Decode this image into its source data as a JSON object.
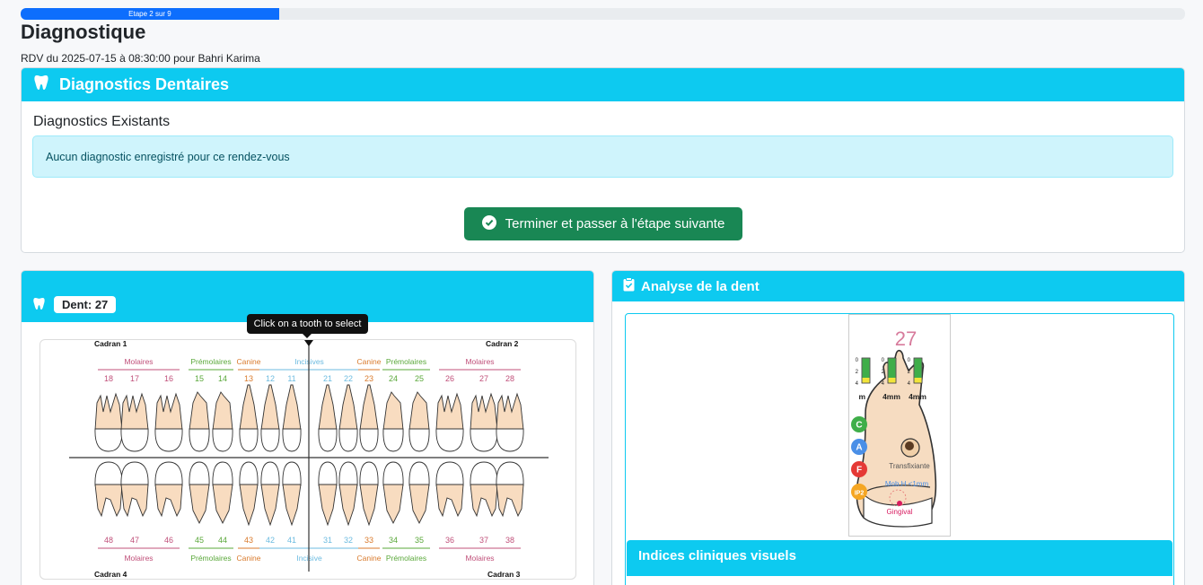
{
  "progress": {
    "label": "Etape 2 sur 9",
    "value": 0.222
  },
  "page": {
    "title": "Diagnostique",
    "rdv": "RDV du 2025-07-15 à 08:30:00 pour Bahri Karima"
  },
  "diagnostics_card": {
    "title": "Diagnostics Dentaires",
    "icon": "tooth-icon",
    "section_title": "Diagnostics Existants",
    "empty_alert": "Aucun diagnostic enregistré pour ce rendez-vous",
    "next_button": "Terminer et passer à l'étape suivante"
  },
  "chart_card": {
    "icon": "tooth-icon",
    "dent_badge": "Dent: 27",
    "tooltip": "Click on a tooth to select",
    "quadrants": {
      "q1": "Cadran 1",
      "q2": "Cadran 2",
      "q3": "Cadran 3",
      "q4": "Cadran 4"
    },
    "upper_groups": [
      "Molaires",
      "Prémolaires",
      "Canine",
      "Incisives",
      "Canine",
      "Prémolaires",
      "Molaires"
    ],
    "lower_groups": [
      "Molaires",
      "Prémolaires",
      "Canine",
      "Incisive",
      "Canine",
      "Prémolaires",
      "Molaires"
    ],
    "upper_numbers": [
      "18",
      "17",
      "16",
      "15",
      "14",
      "13",
      "12",
      "11",
      "21",
      "22",
      "23",
      "24",
      "25",
      "26",
      "27",
      "28"
    ],
    "lower_numbers": [
      "48",
      "47",
      "46",
      "45",
      "44",
      "43",
      "42",
      "41",
      "31",
      "32",
      "33",
      "34",
      "35",
      "36",
      "37",
      "38"
    ],
    "colors": {
      "molar": "#c0507a",
      "premolar": "#5aa83a",
      "canine": "#d97a2c",
      "incisor": "#6cbbe0",
      "tooth_fill": "#f8dcc0"
    }
  },
  "analyse_card": {
    "title": "Analyse de la dent",
    "icon": "clipboard-check-icon",
    "tooth_number": "27",
    "gauges": [
      {
        "ticks": [
          "0",
          "2",
          "4"
        ],
        "label": "m"
      },
      {
        "ticks": [
          "0",
          "2",
          "4"
        ],
        "label": "4mm"
      },
      {
        "ticks": [
          "0",
          "2",
          "4"
        ],
        "label": "4mm"
      }
    ],
    "markers": [
      {
        "letter": "C",
        "color": "#3fae49"
      },
      {
        "letter": "A",
        "color": "#4a8fe7"
      },
      {
        "letter": "F",
        "color": "#e53935"
      },
      {
        "letter": "IP2",
        "color": "#f5a623"
      }
    ],
    "labels": {
      "transfixiante": "Transfixiante",
      "mobility": "Mob.H <1mm",
      "gingival": "Gingival"
    },
    "indices_title": "Indices cliniques visuels"
  }
}
